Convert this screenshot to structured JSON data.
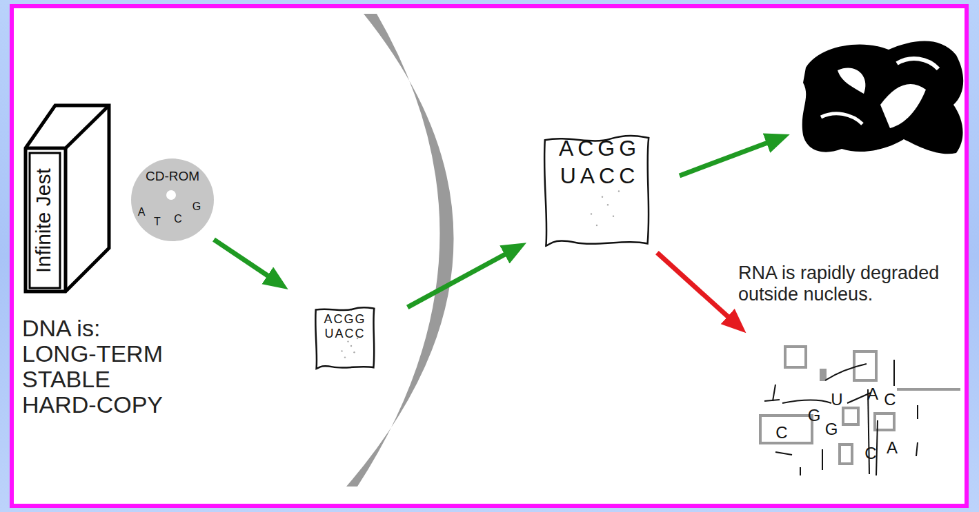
{
  "diagram": {
    "nodes": [
      {
        "text": [
          "Infinite Jest"
        ]
      },
      {
        "text": [
          "CD-ROM",
          "A",
          "T",
          "C",
          "G"
        ]
      },
      {
        "text": [
          "ACGG",
          "UACC"
        ]
      },
      {
        "text": [
          "ACGG",
          "UACC"
        ]
      },
      {
        "text": [
          "U",
          "A",
          "C",
          "G",
          "G",
          "C",
          "C",
          "A"
        ]
      }
    ],
    "edges": [
      {
        "from": 1,
        "to": 2,
        "arrow": "to"
      },
      {
        "from": 2,
        "to": 3,
        "arrow": "to"
      },
      {
        "from": 3,
        "to": 4,
        "arrow": "to"
      }
    ],
    "labels": [
      "DNA is: LONG-TERM STABLE HARD-COPY",
      "RNA is rapidly degraded outside nucleus."
    ]
  }
}
